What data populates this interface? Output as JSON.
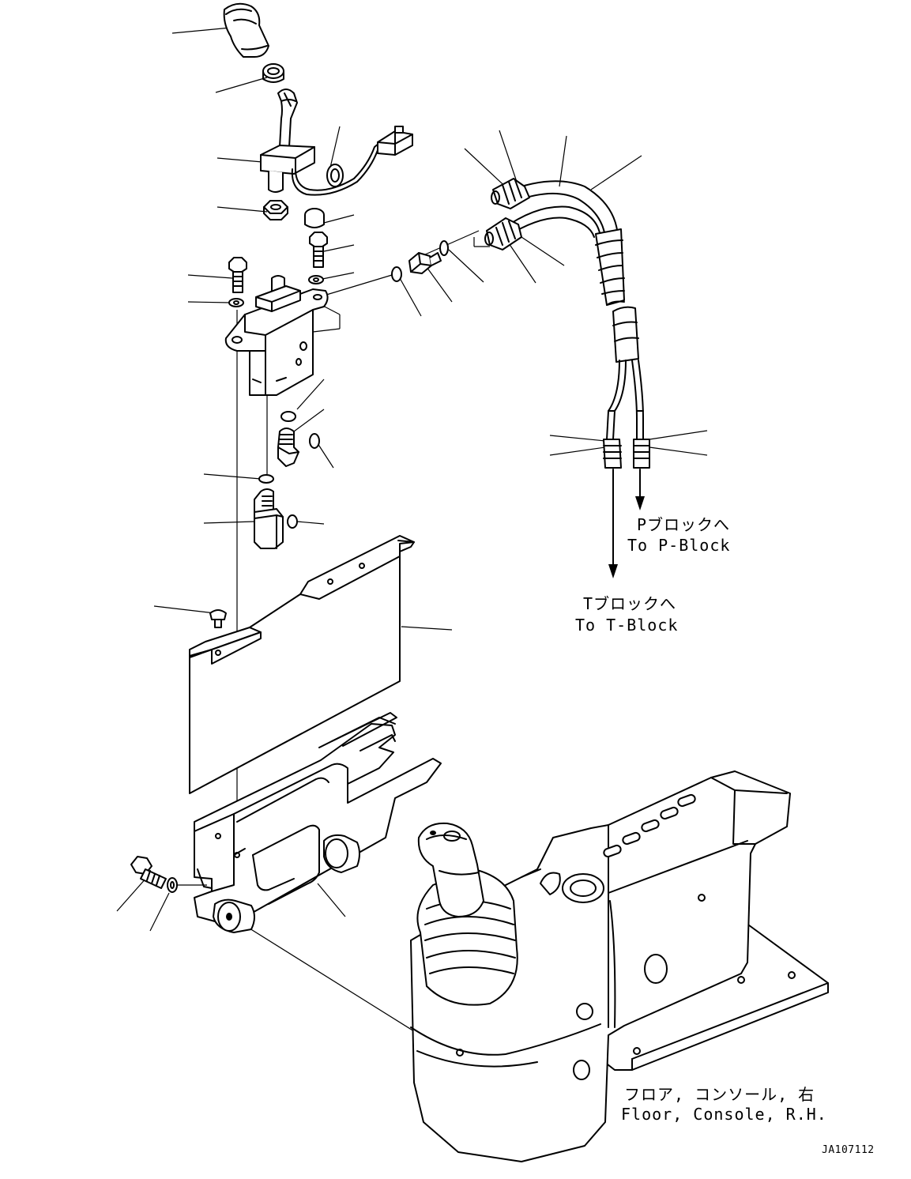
{
  "labels": {
    "p_block_jp": "Pブロックへ",
    "p_block_en": "To P-Block",
    "t_block_jp": "Tブロックへ",
    "t_block_en": "To T-Block",
    "console_jp": "フロア, コンソール, 右",
    "console_en": "Floor, Console, R.H."
  },
  "drawing_code": "JA107112"
}
